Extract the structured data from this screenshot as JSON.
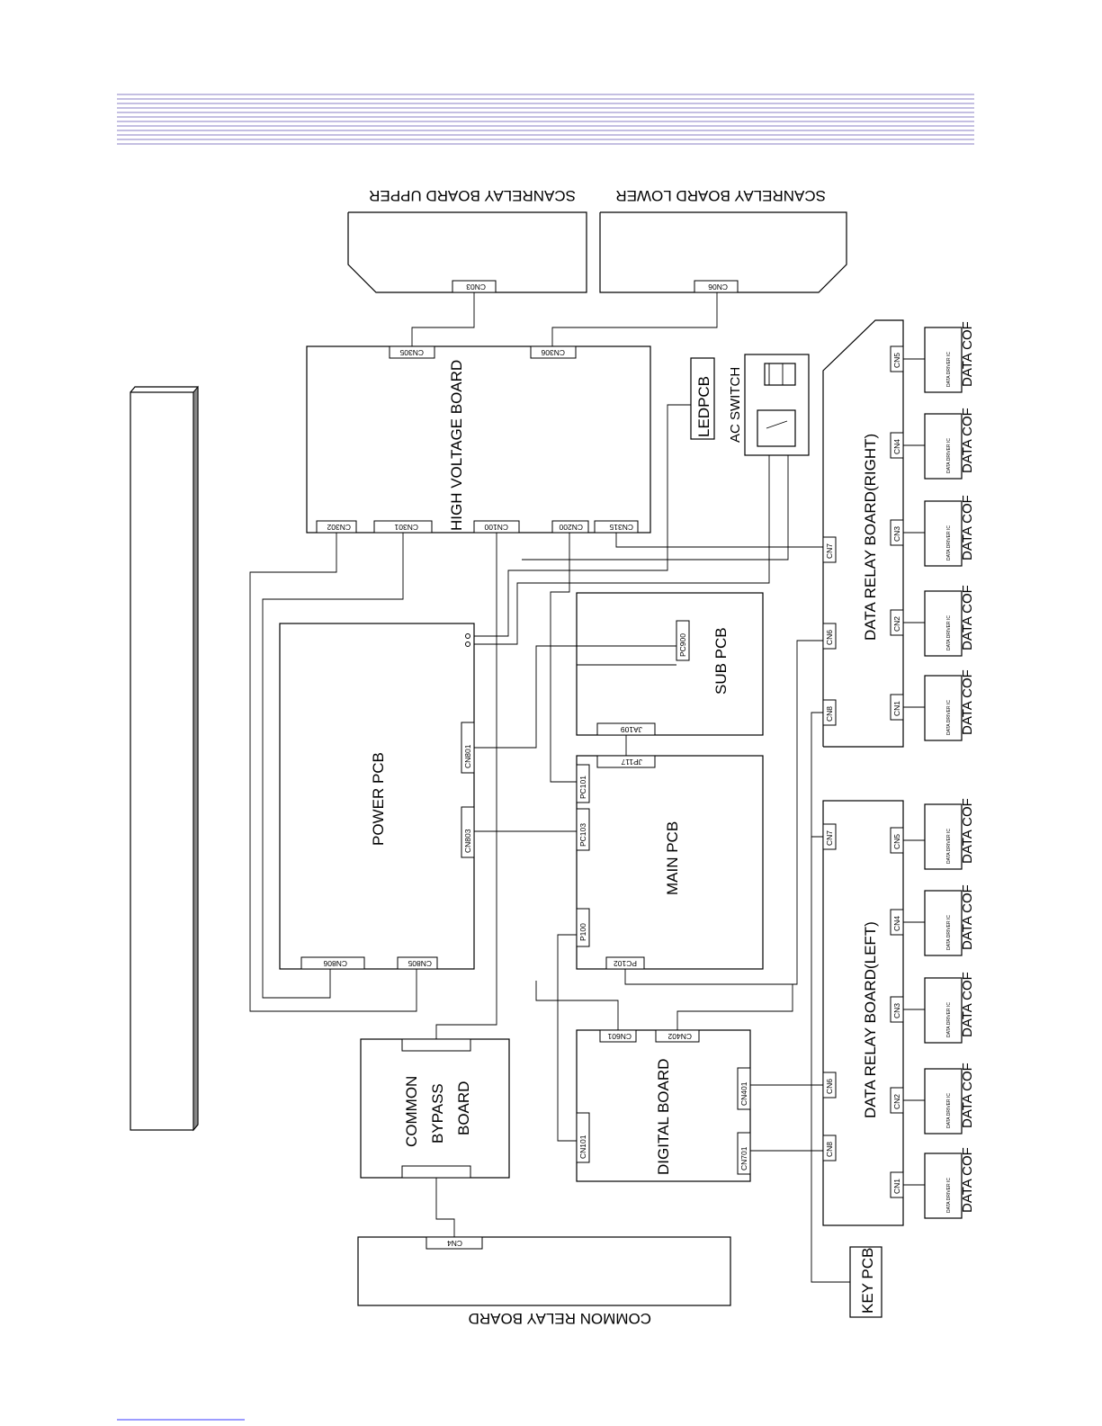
{
  "boards": {
    "scan_upper": "SCANRELAY BOARD UPPER",
    "scan_lower": "SCANRELAY BOARD LOWER",
    "high_voltage": "HIGH VOLTAGE BOARD",
    "led_pcb": "LEDPCB",
    "ac_switch": "AC SWITCH",
    "power_pcb": "POWER PCB",
    "sub_pcb": "SUB PCB",
    "main_pcb": "MAIN PCB",
    "digital_board": "DIGITAL  BOARD",
    "common_bypass_1": "COMMON",
    "common_bypass_2": "BYPASS",
    "common_bypass_3": "BOARD",
    "common_relay": "COMMON RELAY BOARD",
    "key_pcb": "KEY PCB",
    "data_relay_right": "DATA RELAY BOARD(RIGHT)",
    "data_relay_left": "DATA RELAY BOARD(LEFT)"
  },
  "connectors": {
    "cn03": "CN03",
    "cn06": "CN06",
    "cn305": "CN305",
    "cn306": "CN306",
    "cn302": "CN302",
    "cn301": "CN301",
    "cn100": "CN100",
    "cn200": "CN200",
    "cn315": "CN315",
    "cn801": "CN801",
    "cn803": "CN803",
    "cn806": "CN806",
    "cn805": "CN805",
    "pc900": "PC900",
    "ja109": "JA109",
    "jp117": "JP117",
    "pc101": "PC101",
    "pc103": "PC103",
    "p100": "P100",
    "pc102": "PC102",
    "cn601": "CN601",
    "cn402": "CN402",
    "cn401": "CN401",
    "cn701": "CN701",
    "cn101": "CN101",
    "cn4": "CN4",
    "r_cn7": "CN7",
    "r_cn6": "CN6",
    "r_cn8": "CN8",
    "r_cn1": "CN1",
    "r_cn2": "CN2",
    "r_cn3": "CN3",
    "r_cn4": "CN4",
    "r_cn5": "CN5",
    "l_cn7": "CN7",
    "l_cn6": "CN6",
    "l_cn8": "CN8",
    "l_cn1": "CN1",
    "l_cn2": "CN2",
    "l_cn3": "CN3",
    "l_cn4": "CN4",
    "l_cn5": "CN5"
  },
  "cof": {
    "label": "DATA COF",
    "ic_label": "DATA DRIVER IC"
  },
  "colors": {
    "header_lines": "#8a7fc4",
    "footer_line": "#3a3aff",
    "ink": "#000000"
  }
}
